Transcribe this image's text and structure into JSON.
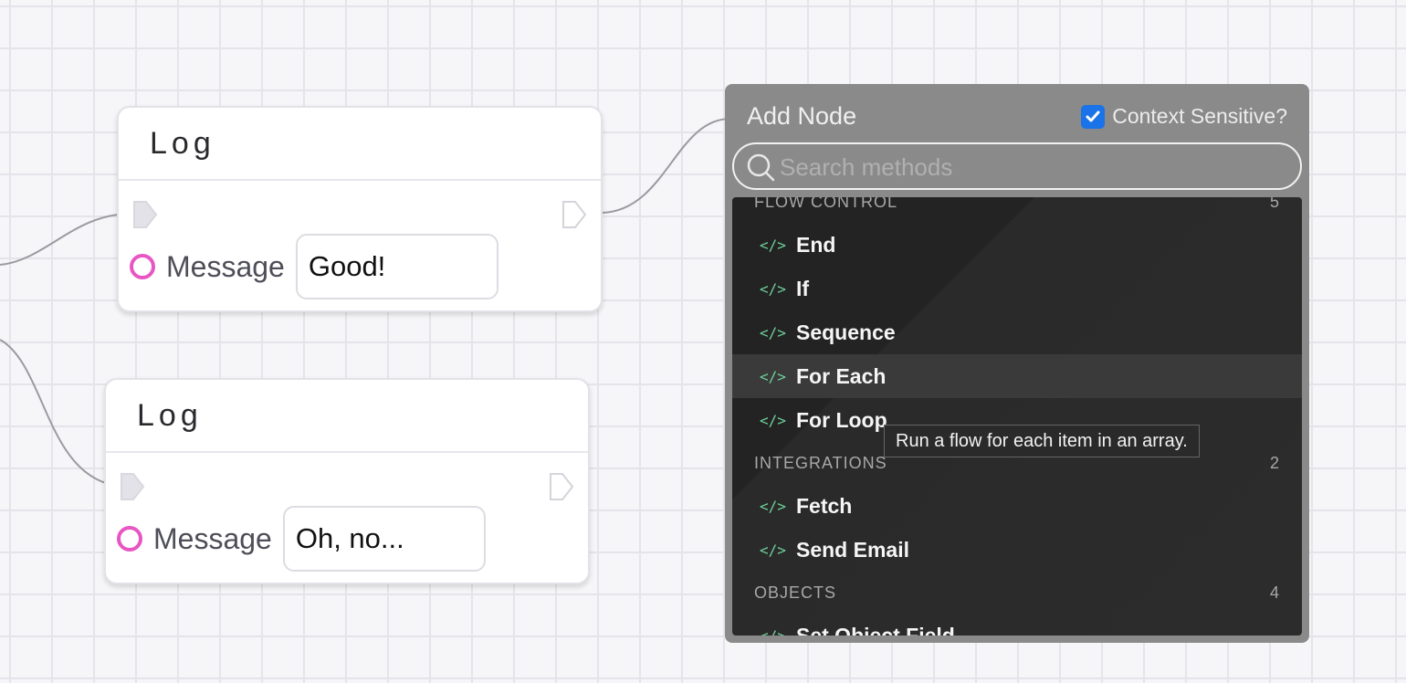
{
  "nodes": [
    {
      "title": "Log",
      "pin_label": "Message",
      "value": "Good!"
    },
    {
      "title": "Log",
      "pin_label": "Message",
      "value": "Oh, no..."
    }
  ],
  "add_node": {
    "title": "Add Node",
    "context_label": "Context Sensitive?",
    "context_checked": true,
    "search_placeholder": "Search methods",
    "sections": [
      {
        "name": "FLOW CONTROL",
        "count": "5",
        "items": [
          "End",
          "If",
          "Sequence",
          "For Each",
          "For Loop"
        ]
      },
      {
        "name": "INTEGRATIONS",
        "count": "2",
        "items": [
          "Fetch",
          "Send Email"
        ]
      },
      {
        "name": "OBJECTS",
        "count": "4",
        "items": [
          "Set Object Field"
        ]
      }
    ],
    "highlighted_item": "For Each",
    "tooltip": "Run a flow for each item in an array."
  },
  "colors": {
    "accent_checkbox": "#1a73e8",
    "data_pin": "#e856c3",
    "code_icon": "#6fd19a",
    "panel_bg": "#8a8a8a",
    "list_bg": "#232323"
  }
}
